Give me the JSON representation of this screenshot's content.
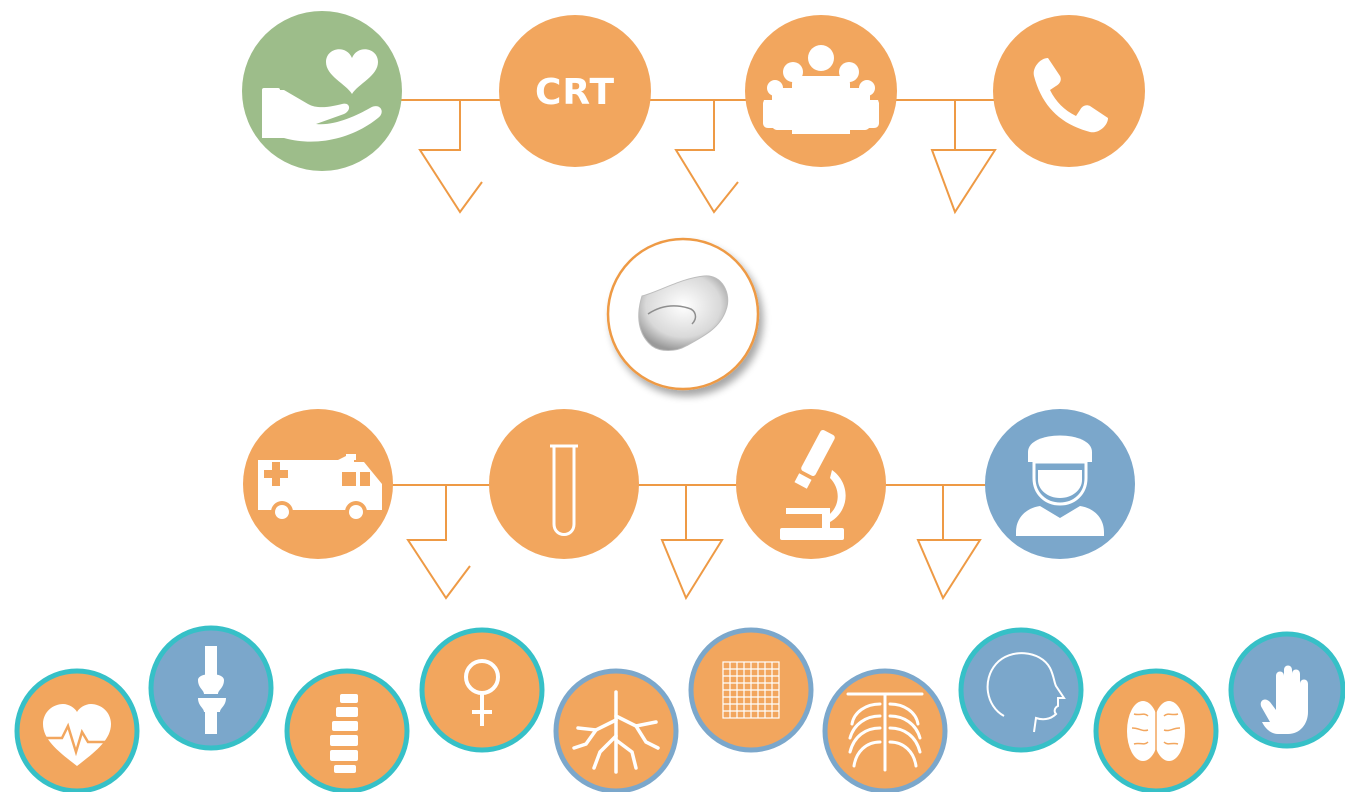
{
  "colors": {
    "orange": "#F2A65E",
    "orange_line": "#EE9A45",
    "green": "#9DBD8A",
    "blue": "#7BA7CB",
    "teal_ring": "#36C0C7",
    "blue_ring": "#7BA7CB",
    "white": "#FFFFFF"
  },
  "row1": {
    "nodes": [
      {
        "icon": "hand-heart-icon"
      },
      {
        "icon": "crt-text-icon",
        "label": "CRT"
      },
      {
        "icon": "people-group-icon"
      },
      {
        "icon": "phone-icon"
      }
    ]
  },
  "center": {
    "icon": "ribbon-shape-icon"
  },
  "row2": {
    "nodes": [
      {
        "icon": "ambulance-icon"
      },
      {
        "icon": "test-tube-icon"
      },
      {
        "icon": "microscope-icon"
      },
      {
        "icon": "surgeon-icon"
      }
    ]
  },
  "row3": {
    "nodes": [
      {
        "icon": "heart-pulse-icon",
        "ring": "teal"
      },
      {
        "icon": "knee-joint-icon",
        "ring": "teal"
      },
      {
        "icon": "spine-icon",
        "ring": "teal"
      },
      {
        "icon": "female-symbol-icon",
        "ring": "teal"
      },
      {
        "icon": "vessels-icon",
        "ring": "blue"
      },
      {
        "icon": "mesh-grid-icon",
        "ring": "blue"
      },
      {
        "icon": "ribcage-icon",
        "ring": "blue"
      },
      {
        "icon": "head-profile-icon",
        "ring": "teal"
      },
      {
        "icon": "brain-icon",
        "ring": "teal"
      },
      {
        "icon": "hand-icon",
        "ring": "teal"
      }
    ]
  }
}
